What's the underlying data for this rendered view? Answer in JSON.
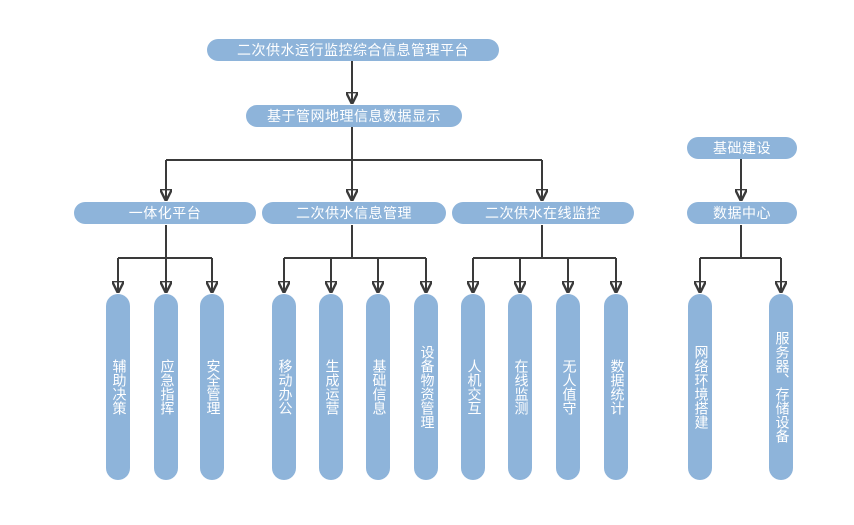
{
  "nodes": {
    "root": "二次供水运行监控综合信息管理平台",
    "gis": "基于管网地理信息数据显示",
    "branch1": "一体化平台",
    "branch2": "二次供水信息管理",
    "branch3": "二次供水在线监控",
    "infra": "基础建设",
    "datacenter": "数据中心",
    "leaf_decision": "辅助决策",
    "leaf_emergency": "应急指挥",
    "leaf_safety": "安全管理",
    "leaf_mobile": "移动办公",
    "leaf_production": "生成运营",
    "leaf_basic": "基础信息",
    "leaf_equipment": "设备物资管理",
    "leaf_hmi": "人机交互",
    "leaf_online": "在线监测",
    "leaf_unattended": "无人值守",
    "leaf_stats": "数据统计",
    "leaf_network": "网络环境搭建",
    "leaf_server": "服务器、存储设备"
  }
}
